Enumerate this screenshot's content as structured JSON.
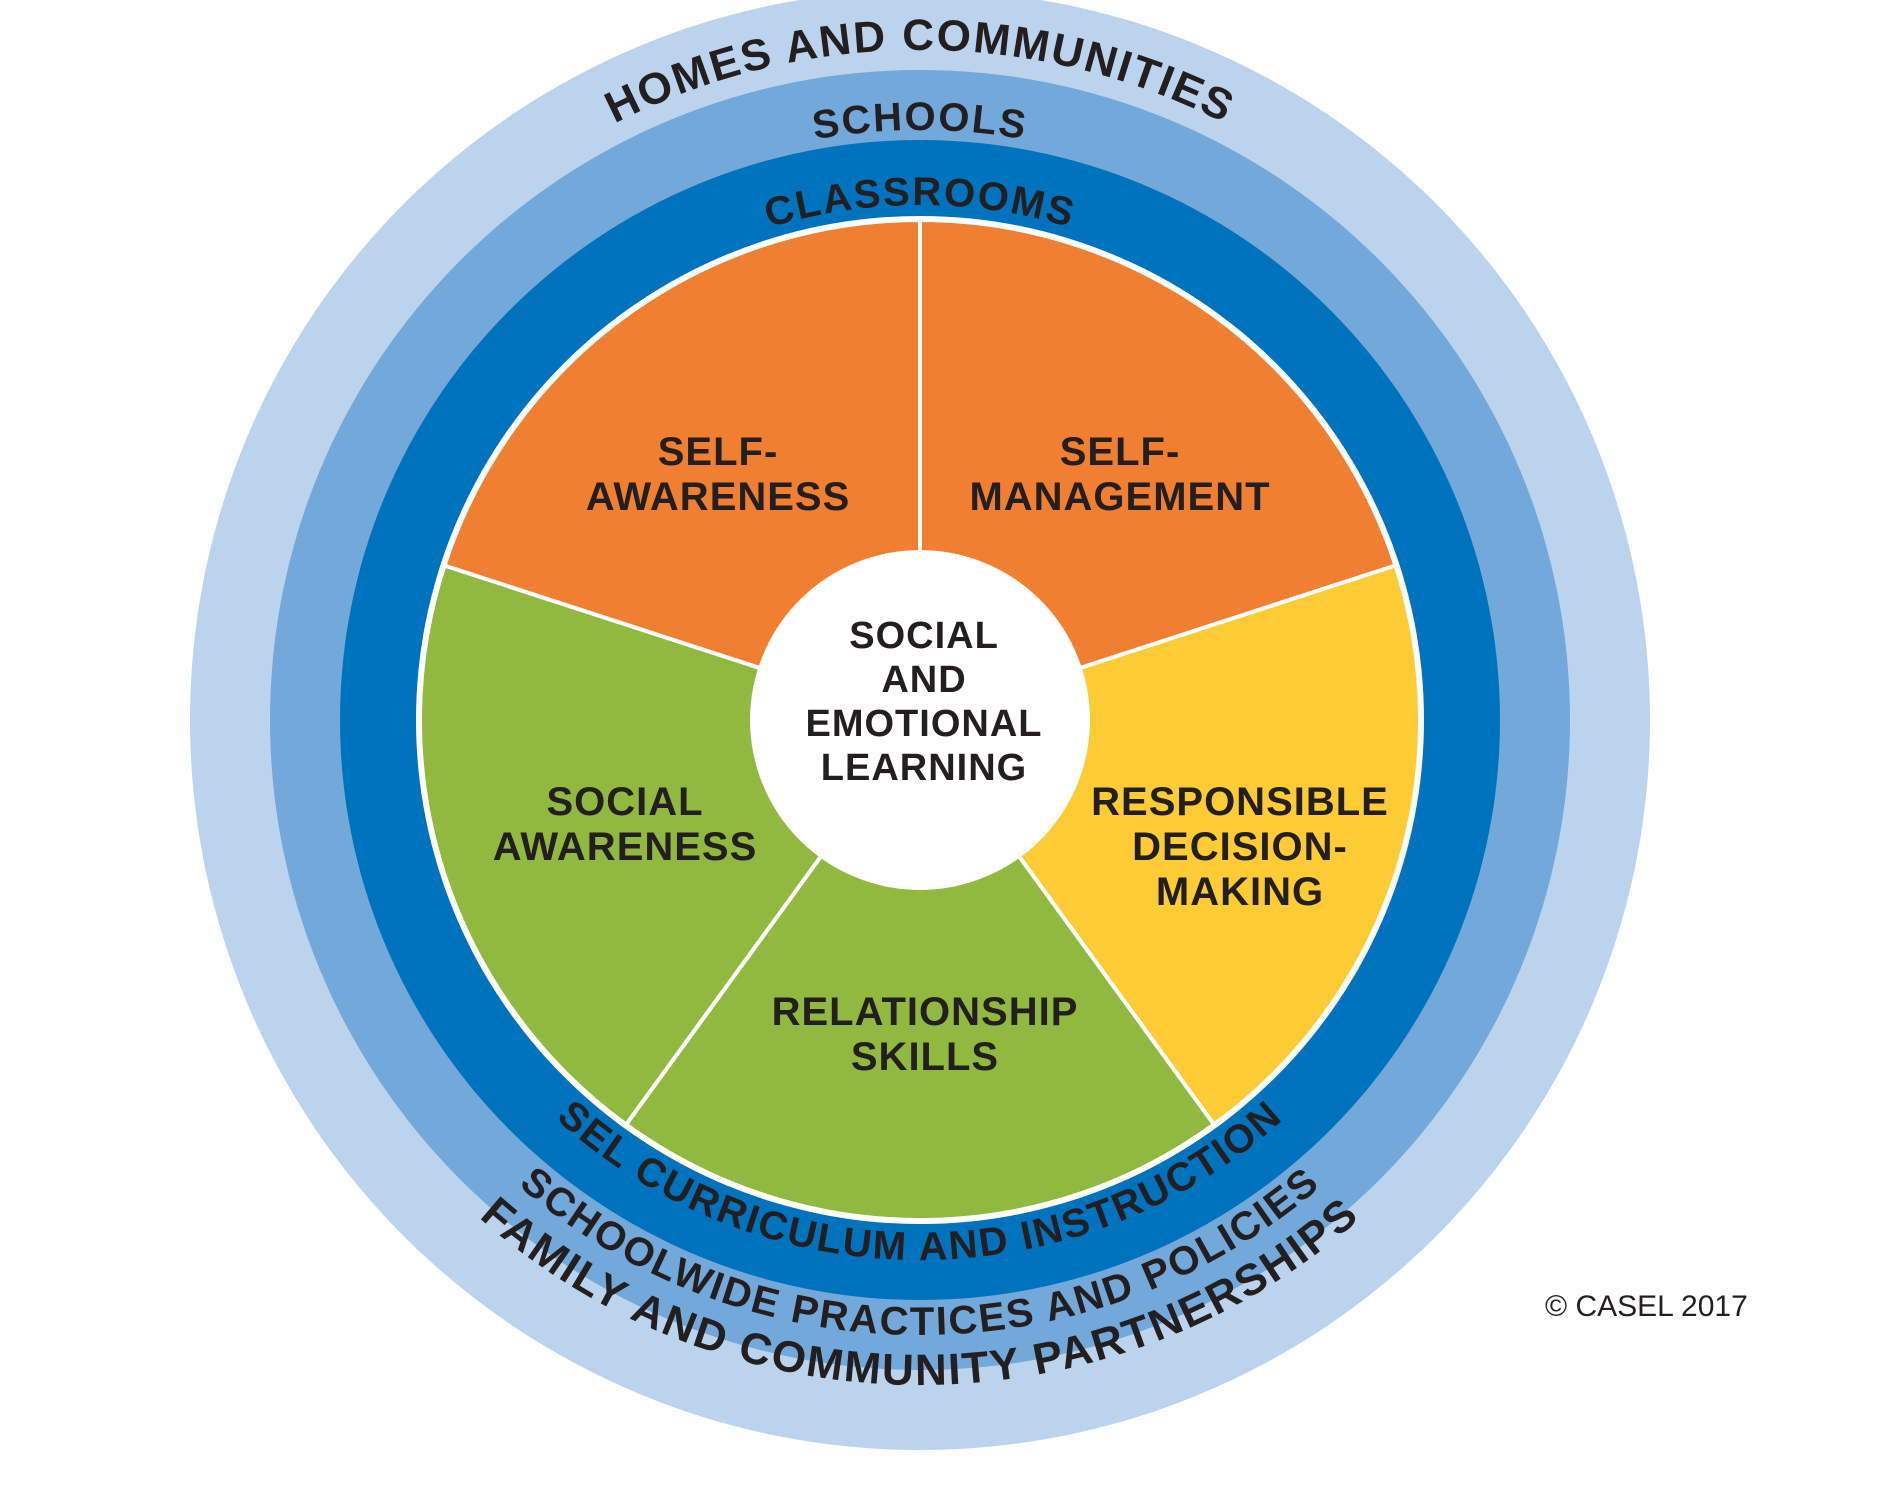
{
  "rings": {
    "outer": {
      "top_label": "HOMES AND COMMUNITIES",
      "bottom_label": "FAMILY AND COMMUNITY PARTNERSHIPS",
      "color": "#bcd3ee"
    },
    "middle": {
      "top_label": "SCHOOLS",
      "bottom_label": "SCHOOLWIDE PRACTICES AND POLICIES",
      "color": "#72a8da"
    },
    "inner": {
      "top_label": "CLASSROOMS",
      "bottom_label": "SEL CURRICULUM AND INSTRUCTION",
      "color": "#0073bf"
    }
  },
  "segments": [
    {
      "line1": "SELF-",
      "line2": "AWARENESS",
      "line3": "",
      "color": "#f07f31"
    },
    {
      "line1": "SELF-",
      "line2": "MANAGEMENT",
      "line3": "",
      "color": "#f07f31"
    },
    {
      "line1": "RESPONSIBLE",
      "line2": "DECISION-",
      "line3": "MAKING",
      "color": "#fdcb34"
    },
    {
      "line1": "RELATIONSHIP",
      "line2": "SKILLS",
      "line3": "",
      "color": "#92b93f"
    },
    {
      "line1": "SOCIAL",
      "line2": "AWARENESS",
      "line3": "",
      "color": "#92b93f"
    }
  ],
  "center": {
    "line1": "SOCIAL",
    "line2": "AND",
    "line3": "EMOTIONAL",
    "line4": "LEARNING"
  },
  "copyright": "© CASEL 2017"
}
